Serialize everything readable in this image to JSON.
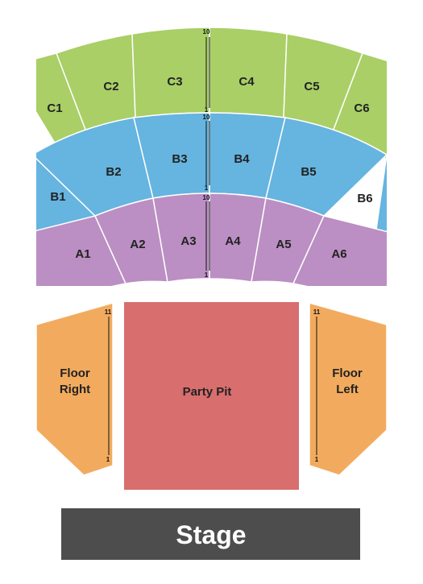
{
  "colors": {
    "tier_a": "#bb8fc3",
    "tier_b": "#66b4e0",
    "tier_c": "#a9cf66",
    "floor": "#f2ab5e",
    "party_pit": "#d86e6e",
    "stage": "#4d4d4d"
  },
  "sections": {
    "A1": "A1",
    "A2": "A2",
    "A3": "A3",
    "A4": "A4",
    "A5": "A5",
    "A6": "A6",
    "B1": "B1",
    "B2": "B2",
    "B3": "B3",
    "B4": "B4",
    "B5": "B5",
    "B6": "B6",
    "C1": "C1",
    "C2": "C2",
    "C3": "C3",
    "C4": "C4",
    "C5": "C5",
    "C6": "C6"
  },
  "row_markers": {
    "c_top": "10",
    "c_bottom": "1",
    "b_top": "10",
    "b_bottom": "1",
    "a_top": "10",
    "a_bottom": "1",
    "floor_right_top": "11",
    "floor_right_bottom": "1",
    "floor_left_top": "11",
    "floor_left_bottom": "1"
  },
  "floor_right": {
    "line1": "Floor",
    "line2": "Right"
  },
  "floor_left": {
    "line1": "Floor",
    "line2": "Left"
  },
  "party_pit": "Party Pit",
  "stage": "Stage"
}
